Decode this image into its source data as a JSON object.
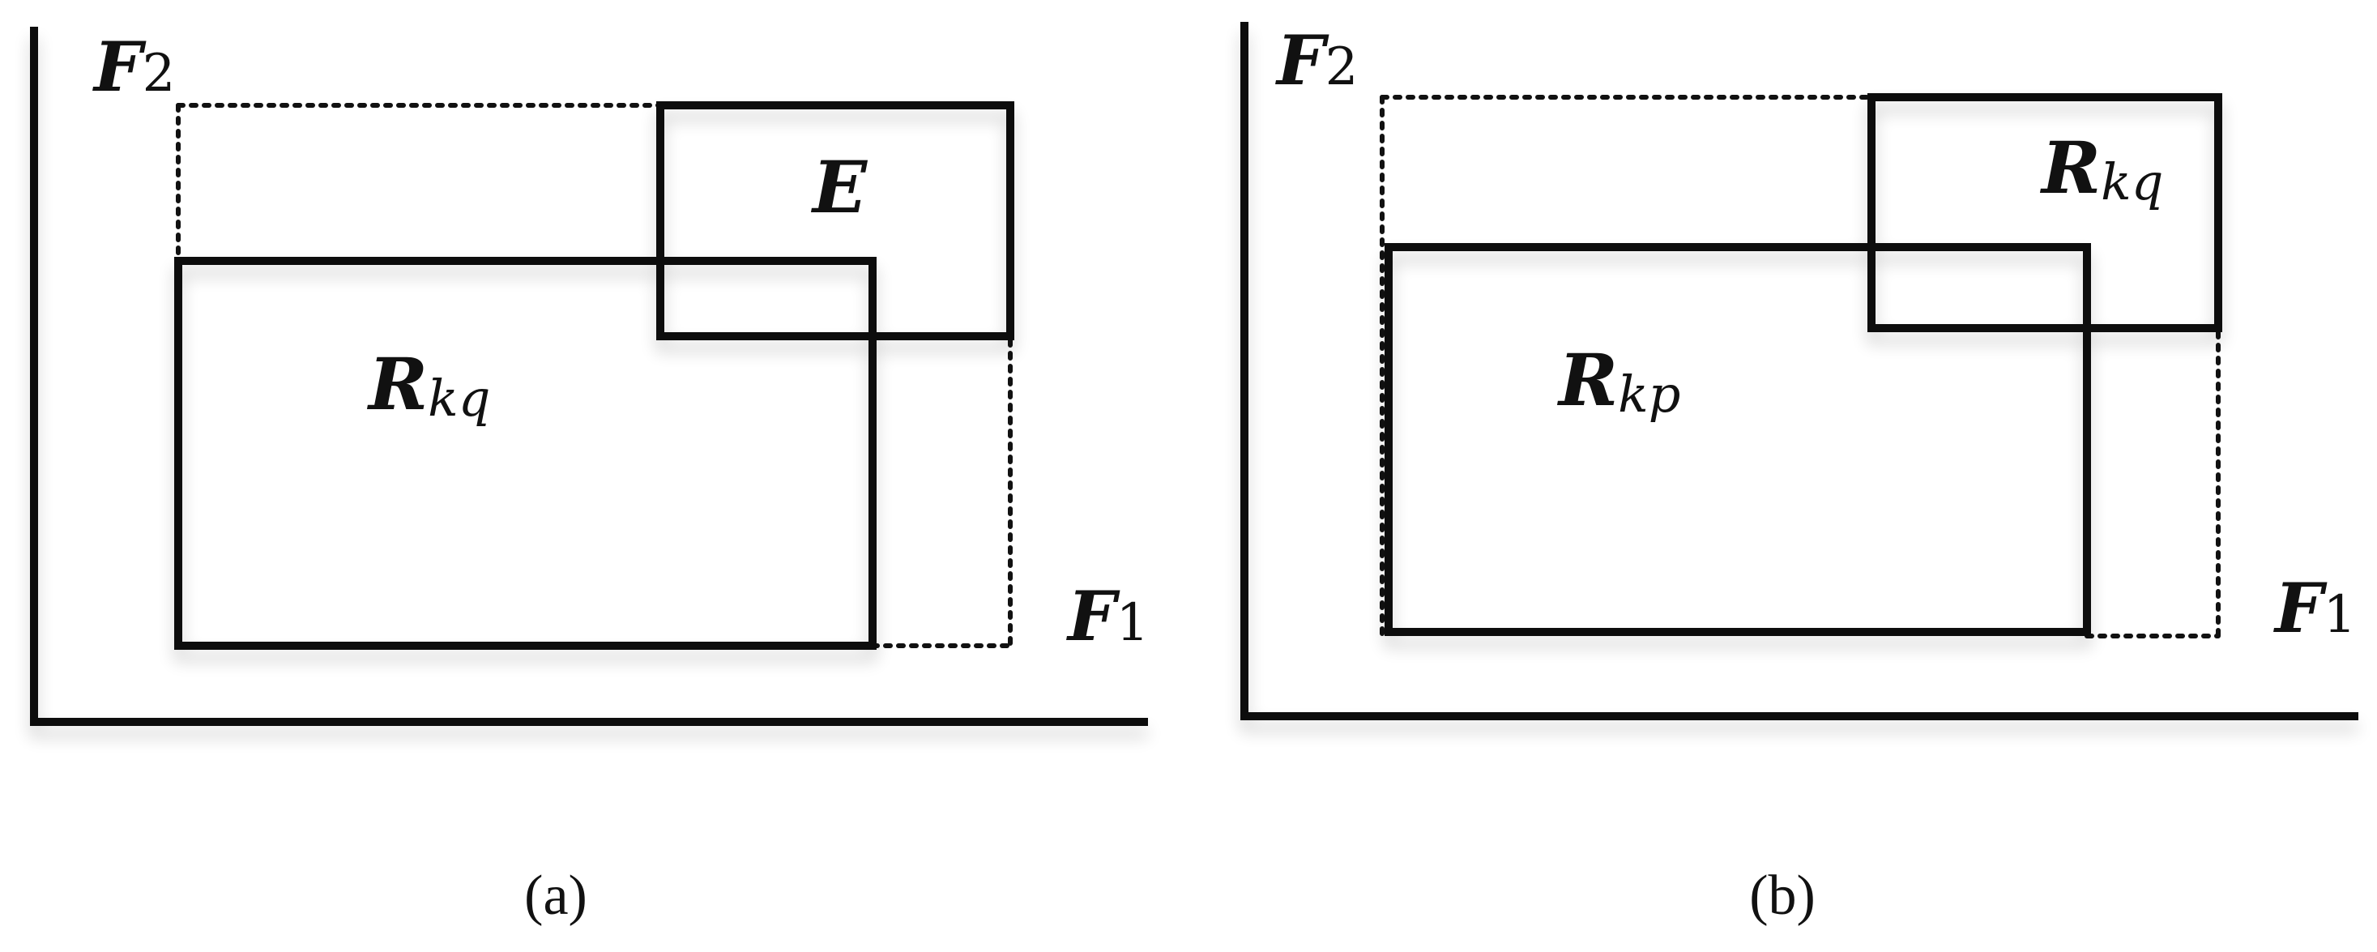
{
  "panels": [
    {
      "id": "a",
      "caption": "(a)",
      "axis_labels": {
        "y": {
          "main": "F",
          "sub": "2"
        },
        "x": {
          "main": "F",
          "sub": "1"
        }
      },
      "regions": [
        {
          "main": "R",
          "sub": "kq"
        },
        {
          "main": "E",
          "sub": ""
        }
      ]
    },
    {
      "id": "b",
      "caption": "(b)",
      "axis_labels": {
        "y": {
          "main": "F",
          "sub": "2"
        },
        "x": {
          "main": "F",
          "sub": "1"
        }
      },
      "regions": [
        {
          "main": "R",
          "sub": "kp"
        },
        {
          "main": "R",
          "sub": "kq"
        }
      ]
    }
  ],
  "colors": {
    "stroke": "#111111",
    "background": "#ffffff"
  }
}
